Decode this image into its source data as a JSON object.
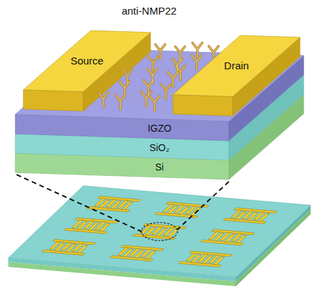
{
  "diagram": {
    "nodes": [
      {
        "text": [
          "Source"
        ]
      },
      {
        "text": [
          "Drain"
        ]
      },
      {
        "text": [
          "IGZO"
        ]
      },
      {
        "text": [
          "SiO₂"
        ]
      },
      {
        "text": [
          "Si"
        ]
      }
    ],
    "labels": [
      "anti-NMP22"
    ]
  }
}
